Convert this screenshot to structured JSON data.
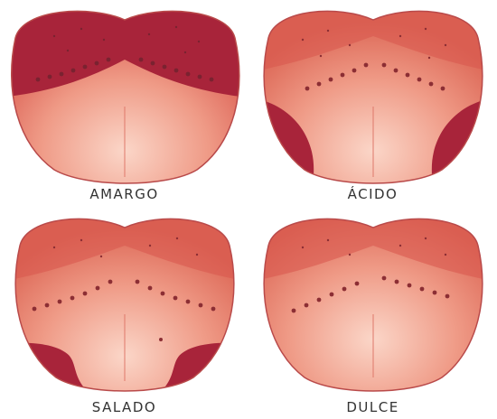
{
  "tongues": [
    {
      "id": "bitter",
      "label": "AMARGO",
      "zone": "back"
    },
    {
      "id": "sour",
      "label": "ÁCIDO",
      "zone": "sides"
    },
    {
      "id": "salty",
      "label": "SALADO",
      "zone": "front-sides"
    },
    {
      "id": "sweet",
      "label": "DULCE",
      "zone": "tip"
    }
  ],
  "colors": {
    "tongue_base": "#e4705f",
    "tongue_light": "#f6bfae",
    "zone_dark": "#a8243a",
    "papillae": "#8c2e34"
  }
}
